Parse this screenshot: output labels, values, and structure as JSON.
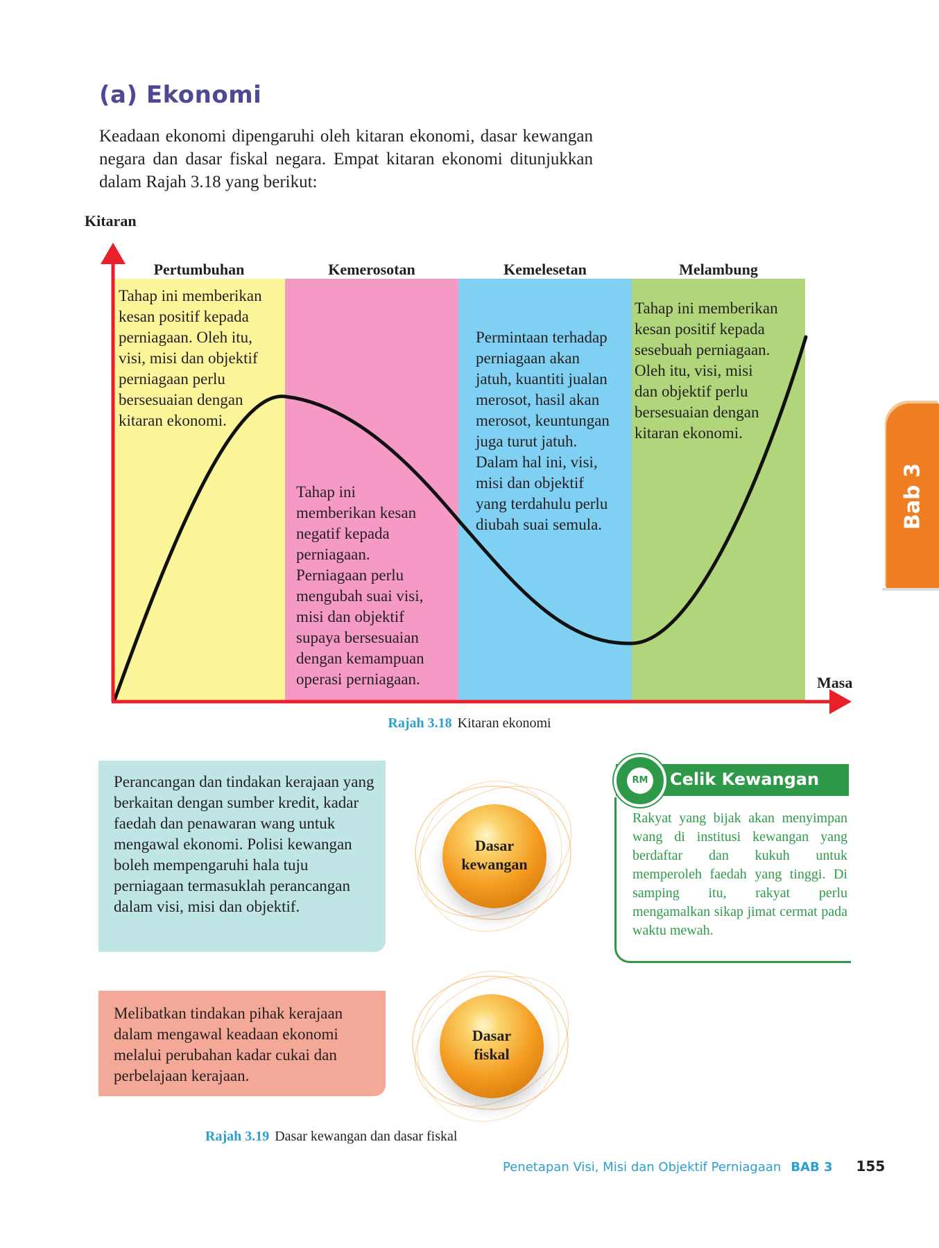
{
  "heading": "(a)  Ekonomi",
  "intro": "Keadaan ekonomi dipengaruhi oleh kitaran ekonomi, dasar kewangan negara dan dasar fiskal negara. Empat kitaran ekonomi ditunjukkan dalam Rajah 3.18 yang berikut:",
  "chart": {
    "y_axis_label": "Kitaran",
    "x_axis_label": "Masa",
    "phases": [
      {
        "title": "Pertumbuhan",
        "color": "#fdf59a",
        "text": "Tahap ini memberikan\nkesan positif kepada\nperniagaan. Oleh itu,\nvisi, misi dan objektif\nperniagaan perlu\nbersesuaian dengan\nkitaran ekonomi."
      },
      {
        "title": "Kemerosotan",
        "color": "#f49ac4",
        "text": "Tahap ini\nmemberikan kesan\nnegatif kepada\nperniagaan.\nPerniagaan perlu\nmengubah suai visi,\nmisi dan objektif\nsupaya bersesuaian\ndengan kemampuan\noperasi perniagaan."
      },
      {
        "title": "Kemelesetan",
        "color": "#7fd0f2",
        "text": "Permintaan terhadap\nperniagaan akan\njatuh, kuantiti jualan\nmerosot, hasil akan\nmerosot, keuntungan\njuga turut jatuh.\nDalam hal ini, visi,\nmisi dan objektif\nyang terdahulu perlu\ndiubah suai semula."
      },
      {
        "title": "Melambung",
        "color": "#b0d57a",
        "text": "Tahap ini memberikan\nkesan positif kepada\nsesebuah perniagaan.\nOleh itu, visi, misi\ndan objektif perlu\nbersesuaian dengan\nkitaran ekonomi."
      }
    ],
    "axis_color": "#e8202a",
    "curve_color": "#111111"
  },
  "caption1": {
    "num": "Rajah 3.18",
    "text": "Kitaran ekonomi"
  },
  "chapter_tab": "Bab 3",
  "monetary_box": "Perancangan dan tindakan kerajaan yang berkaitan dengan sumber kredit, kadar faedah dan penawaran wang untuk mengawal ekonomi. Polisi kewangan boleh mempengaruhi hala tuju perniagaan termasuklah perancangan dalam visi, misi dan objektif.",
  "fiscal_box": "Melibatkan tindakan pihak kerajaan dalam mengawal keadaan ekonomi melalui perubahan kadar cukai dan perbelajaan kerajaan.",
  "spheres": {
    "monetary": "Dasar\nkewangan",
    "fiscal": "Dasar\nfiskal"
  },
  "caption2": {
    "num": "Rajah 3.19",
    "text": "Dasar kewangan dan dasar fiskal"
  },
  "tip": {
    "badge": "RM",
    "title": "Celik Kewangan",
    "body": "Rakyat yang bijak akan menyimpan wang di institusi kewangan yang berdaftar dan kukuh untuk memperoleh faedah yang tinggi. Di samping itu, rakyat perlu mengamalkan sikap jimat cermat pada waktu mewah."
  },
  "footer": {
    "chapter_title": "Penetapan Visi, Misi dan Objektif Perniagaan",
    "chapter_num": "BAB 3",
    "page": "155"
  }
}
